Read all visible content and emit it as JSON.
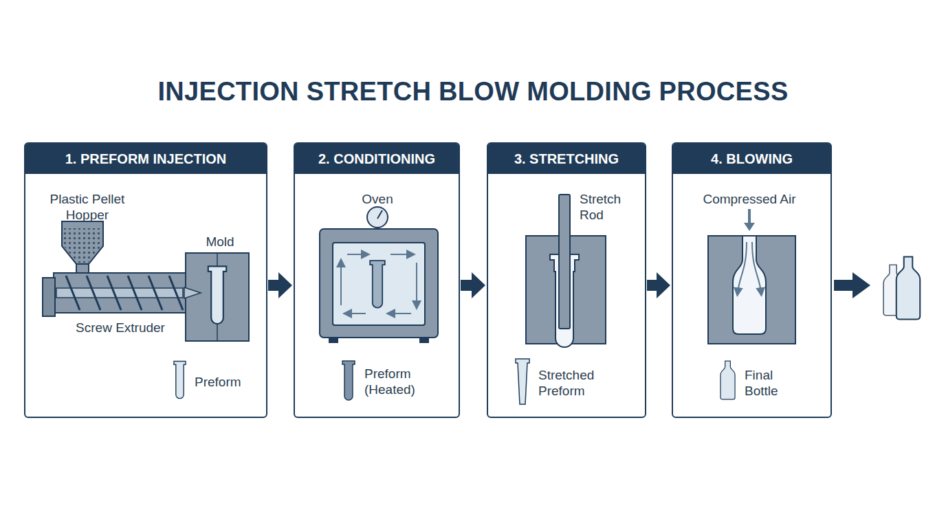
{
  "diagram": {
    "title": "INJECTION STRETCH BLOW MOLDING PROCESS",
    "nodes": [
      {
        "text": [
          "1. PREFORM INJECTION"
        ]
      },
      {
        "text": [
          "2. CONDITIONING"
        ]
      },
      {
        "text": [
          "3. STRETCHING"
        ]
      },
      {
        "text": [
          "4. BLOWING"
        ]
      }
    ],
    "edges": [
      {
        "from": 0,
        "to": 1,
        "arrow": "to"
      },
      {
        "from": 1,
        "to": 2,
        "arrow": "to"
      },
      {
        "from": 2,
        "to": 3,
        "arrow": "to"
      }
    ],
    "labels": [
      "Plastic Pellet Hopper",
      "Mold",
      "Screw Extruder",
      "Preform",
      "Oven",
      "Preform (Heated)",
      "Stretch Rod",
      "Stretched Preform",
      "Compressed Air",
      "Final Bottle"
    ]
  }
}
